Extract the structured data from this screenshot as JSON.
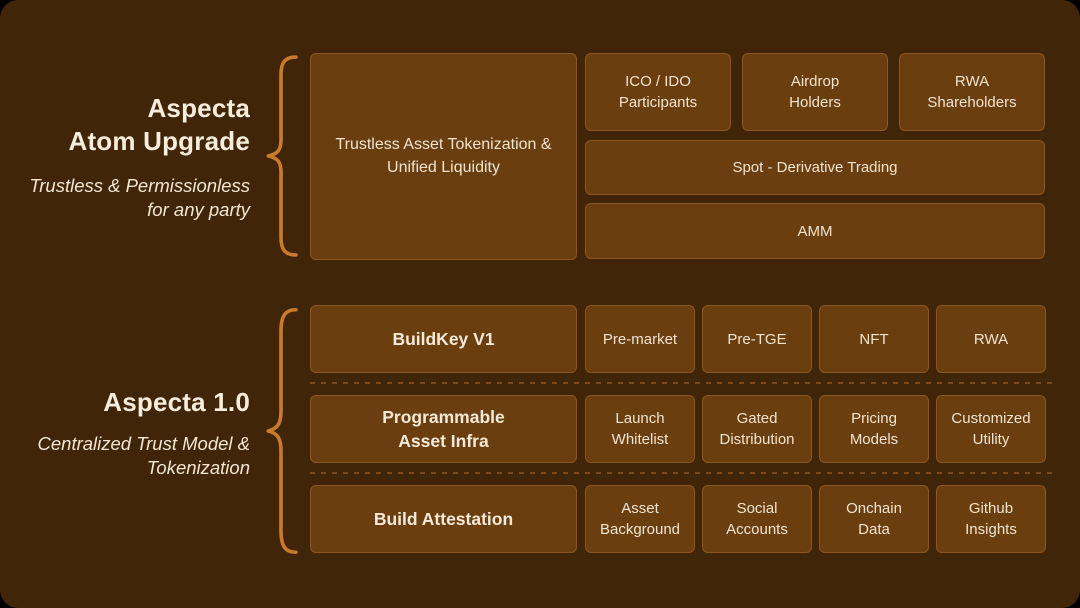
{
  "colors": {
    "outer_background": "#000000",
    "slide_background": "#402508",
    "box_fill": "#6B3E10",
    "box_border": "#8D561C",
    "brace_accent": "#C87B2D",
    "text_cream": "#F2E6D4",
    "dashed_divider": "#7C4B15"
  },
  "top_section": {
    "title": "Aspecta\nAtom Upgrade",
    "subtitle": "Trustless & Permissionless\nfor any party",
    "main_box": "Trustless Asset Tokenization &\nUnified Liquidity",
    "audience_boxes": [
      "ICO / IDO\nParticipants",
      "Airdrop\nHolders",
      "RWA\nShareholders"
    ],
    "wide_boxes": [
      "Spot - Derivative Trading",
      "AMM"
    ]
  },
  "bottom_section": {
    "title": "Aspecta 1.0",
    "subtitle": "Centralized Trust Model &\nTokenization",
    "rows": [
      {
        "label": "BuildKey V1",
        "items": [
          "Pre-market",
          "Pre-TGE",
          "NFT",
          "RWA"
        ]
      },
      {
        "label": "Programmable\nAsset Infra",
        "items": [
          "Launch\nWhitelist",
          "Gated\nDistribution",
          "Pricing\nModels",
          "Customized\nUtility"
        ]
      },
      {
        "label": "Build Attestation",
        "items": [
          "Asset\nBackground",
          "Social\nAccounts",
          "Onchain\nData",
          "Github\nInsights"
        ]
      }
    ]
  }
}
